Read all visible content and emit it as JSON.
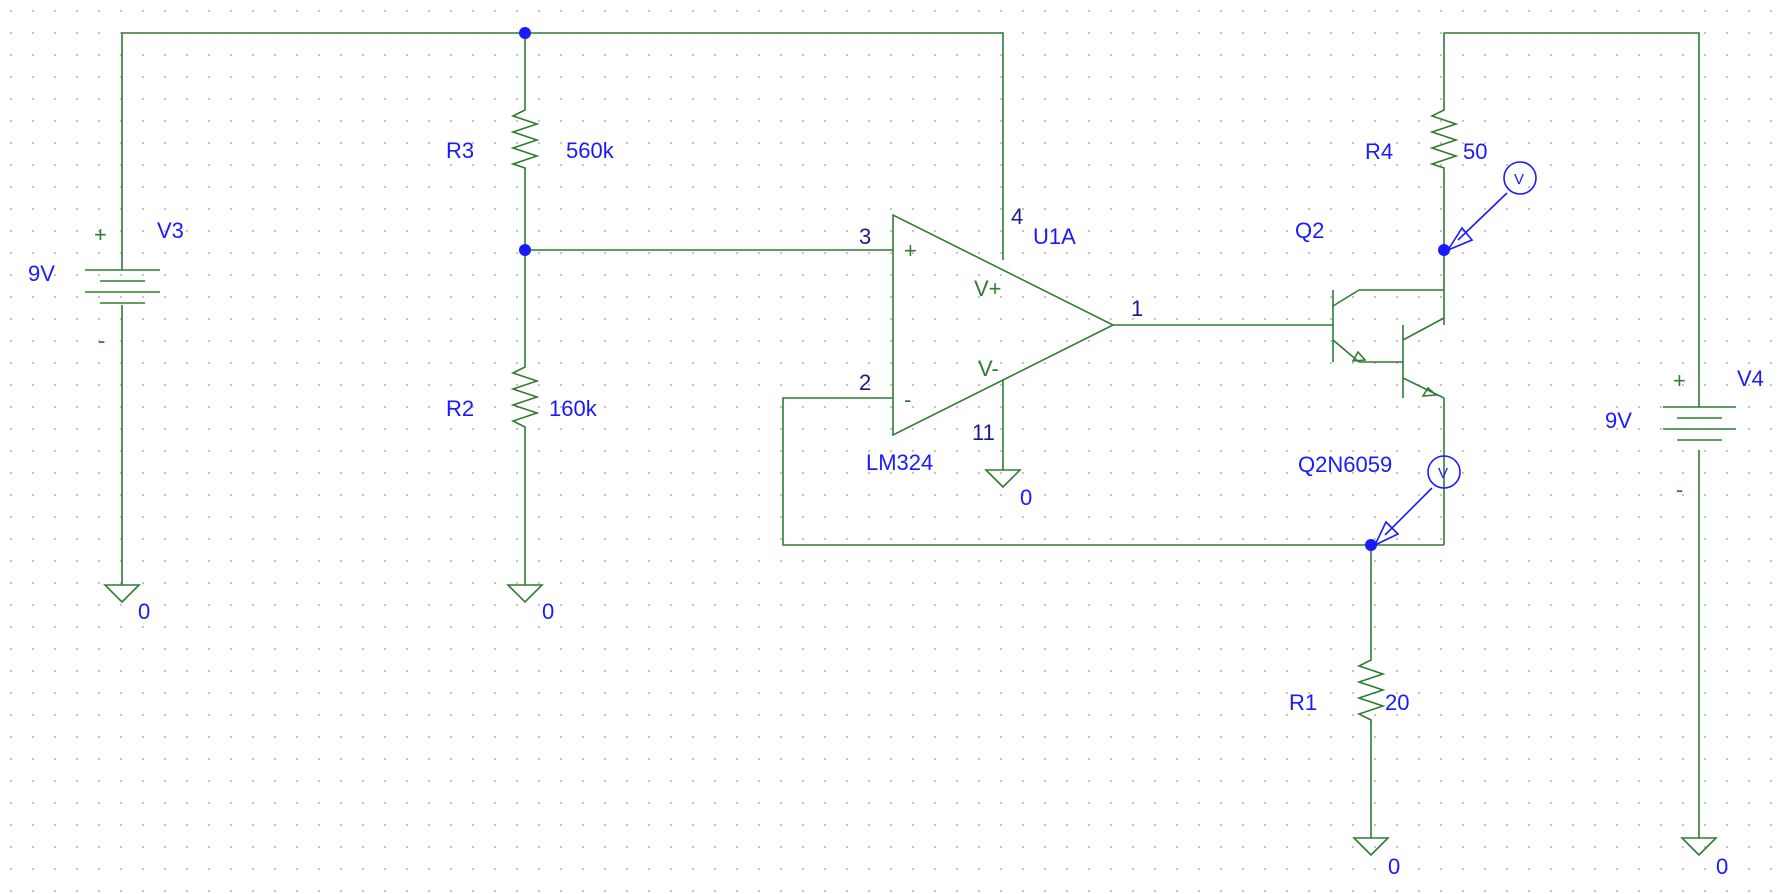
{
  "components": {
    "V3": {
      "ref": "V3",
      "value": "9V",
      "plus": "+",
      "minus": "-"
    },
    "V4": {
      "ref": "V4",
      "value": "9V",
      "plus": "+",
      "minus": "-"
    },
    "R1": {
      "ref": "R1",
      "value": "20"
    },
    "R2": {
      "ref": "R2",
      "value": "160k"
    },
    "R3": {
      "ref": "R3",
      "value": "560k"
    },
    "R4": {
      "ref": "R4",
      "value": "50"
    },
    "Q2": {
      "ref": "Q2",
      "model": "Q2N6059"
    },
    "U1A": {
      "ref": "U1A",
      "model": "LM324",
      "pin_vplus": "4",
      "pin_in_plus": "3",
      "pin_in_minus": "2",
      "pin_out": "1",
      "pin_vminus": "11",
      "in_plus_sign": "+",
      "in_minus_sign": "-",
      "vplus_name": "V+",
      "vminus_name": "V-"
    }
  },
  "grounds": [
    "0",
    "0",
    "0",
    "0",
    "0"
  ],
  "probes": [
    "V",
    "V"
  ],
  "colors": {
    "wire": "#2e7d32",
    "label": "#1a1aff",
    "node": "#1a1aff",
    "background": "#ffffff"
  }
}
